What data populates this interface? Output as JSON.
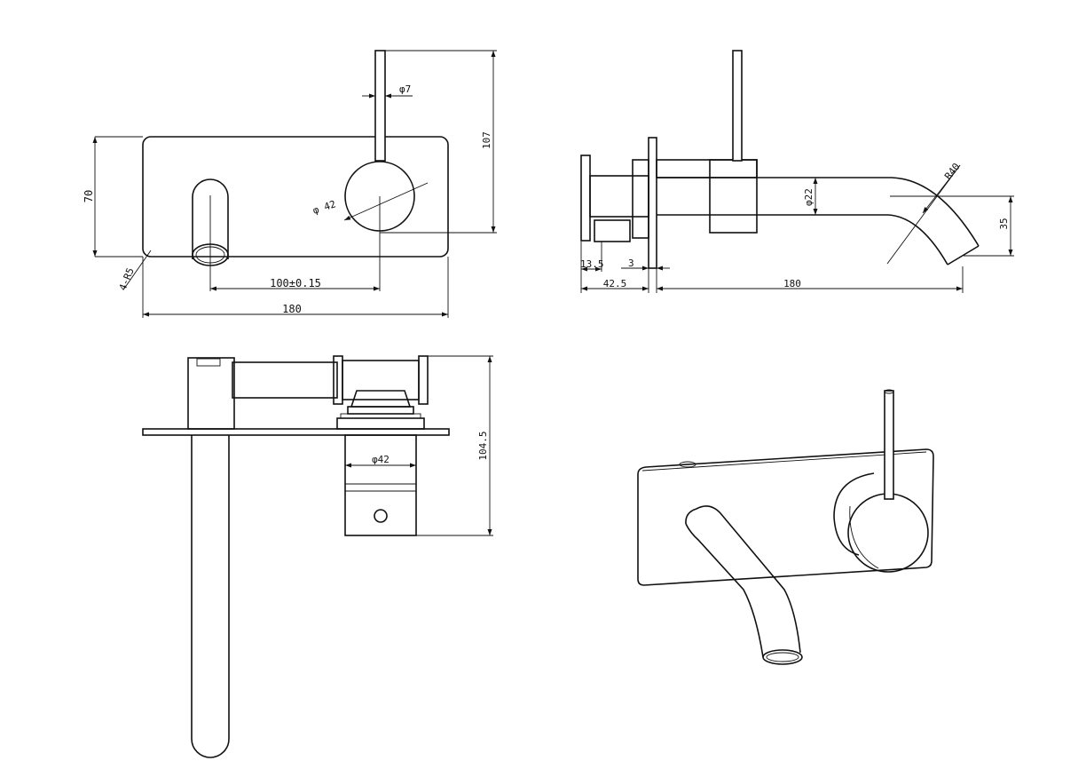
{
  "colors": {
    "line": "#111111",
    "background": "#ffffff"
  },
  "front_view": {
    "dim_height": "70",
    "dim_handle_dia": "φ7",
    "dim_total_height": "107",
    "dim_knob_dia": "φ 42",
    "dim_corner_radius": "4-R5",
    "dim_center_distance": "100±0.15",
    "dim_width": "180"
  },
  "side_view": {
    "dim_spout_dia": "φ22",
    "dim_bend_radius": "R40",
    "dim_drop": "35",
    "dim_a": "13.5",
    "dim_b": "3",
    "dim_depth": "42.5",
    "dim_projection": "180"
  },
  "top_view": {
    "dim_body_dia": "φ42",
    "dim_height": "104.5"
  }
}
